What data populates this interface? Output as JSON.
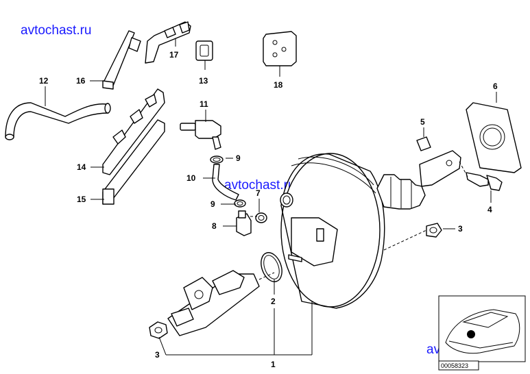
{
  "watermark": {
    "text": "avtochast.ru",
    "color": "#1a1aff"
  },
  "callouts": {
    "c1": "1",
    "c2": "2",
    "c3_left": "3",
    "c3_right": "3",
    "c4": "4",
    "c5": "5",
    "c6": "6",
    "c7": "7",
    "c8": "8",
    "c9_top": "9",
    "c9_bottom": "9",
    "c10": "10",
    "c11": "11",
    "c12": "12",
    "c13": "13",
    "c14": "14",
    "c15": "15",
    "c16": "16",
    "c17": "17",
    "c18": "18"
  },
  "inset": {
    "reference_number": "00058323"
  }
}
